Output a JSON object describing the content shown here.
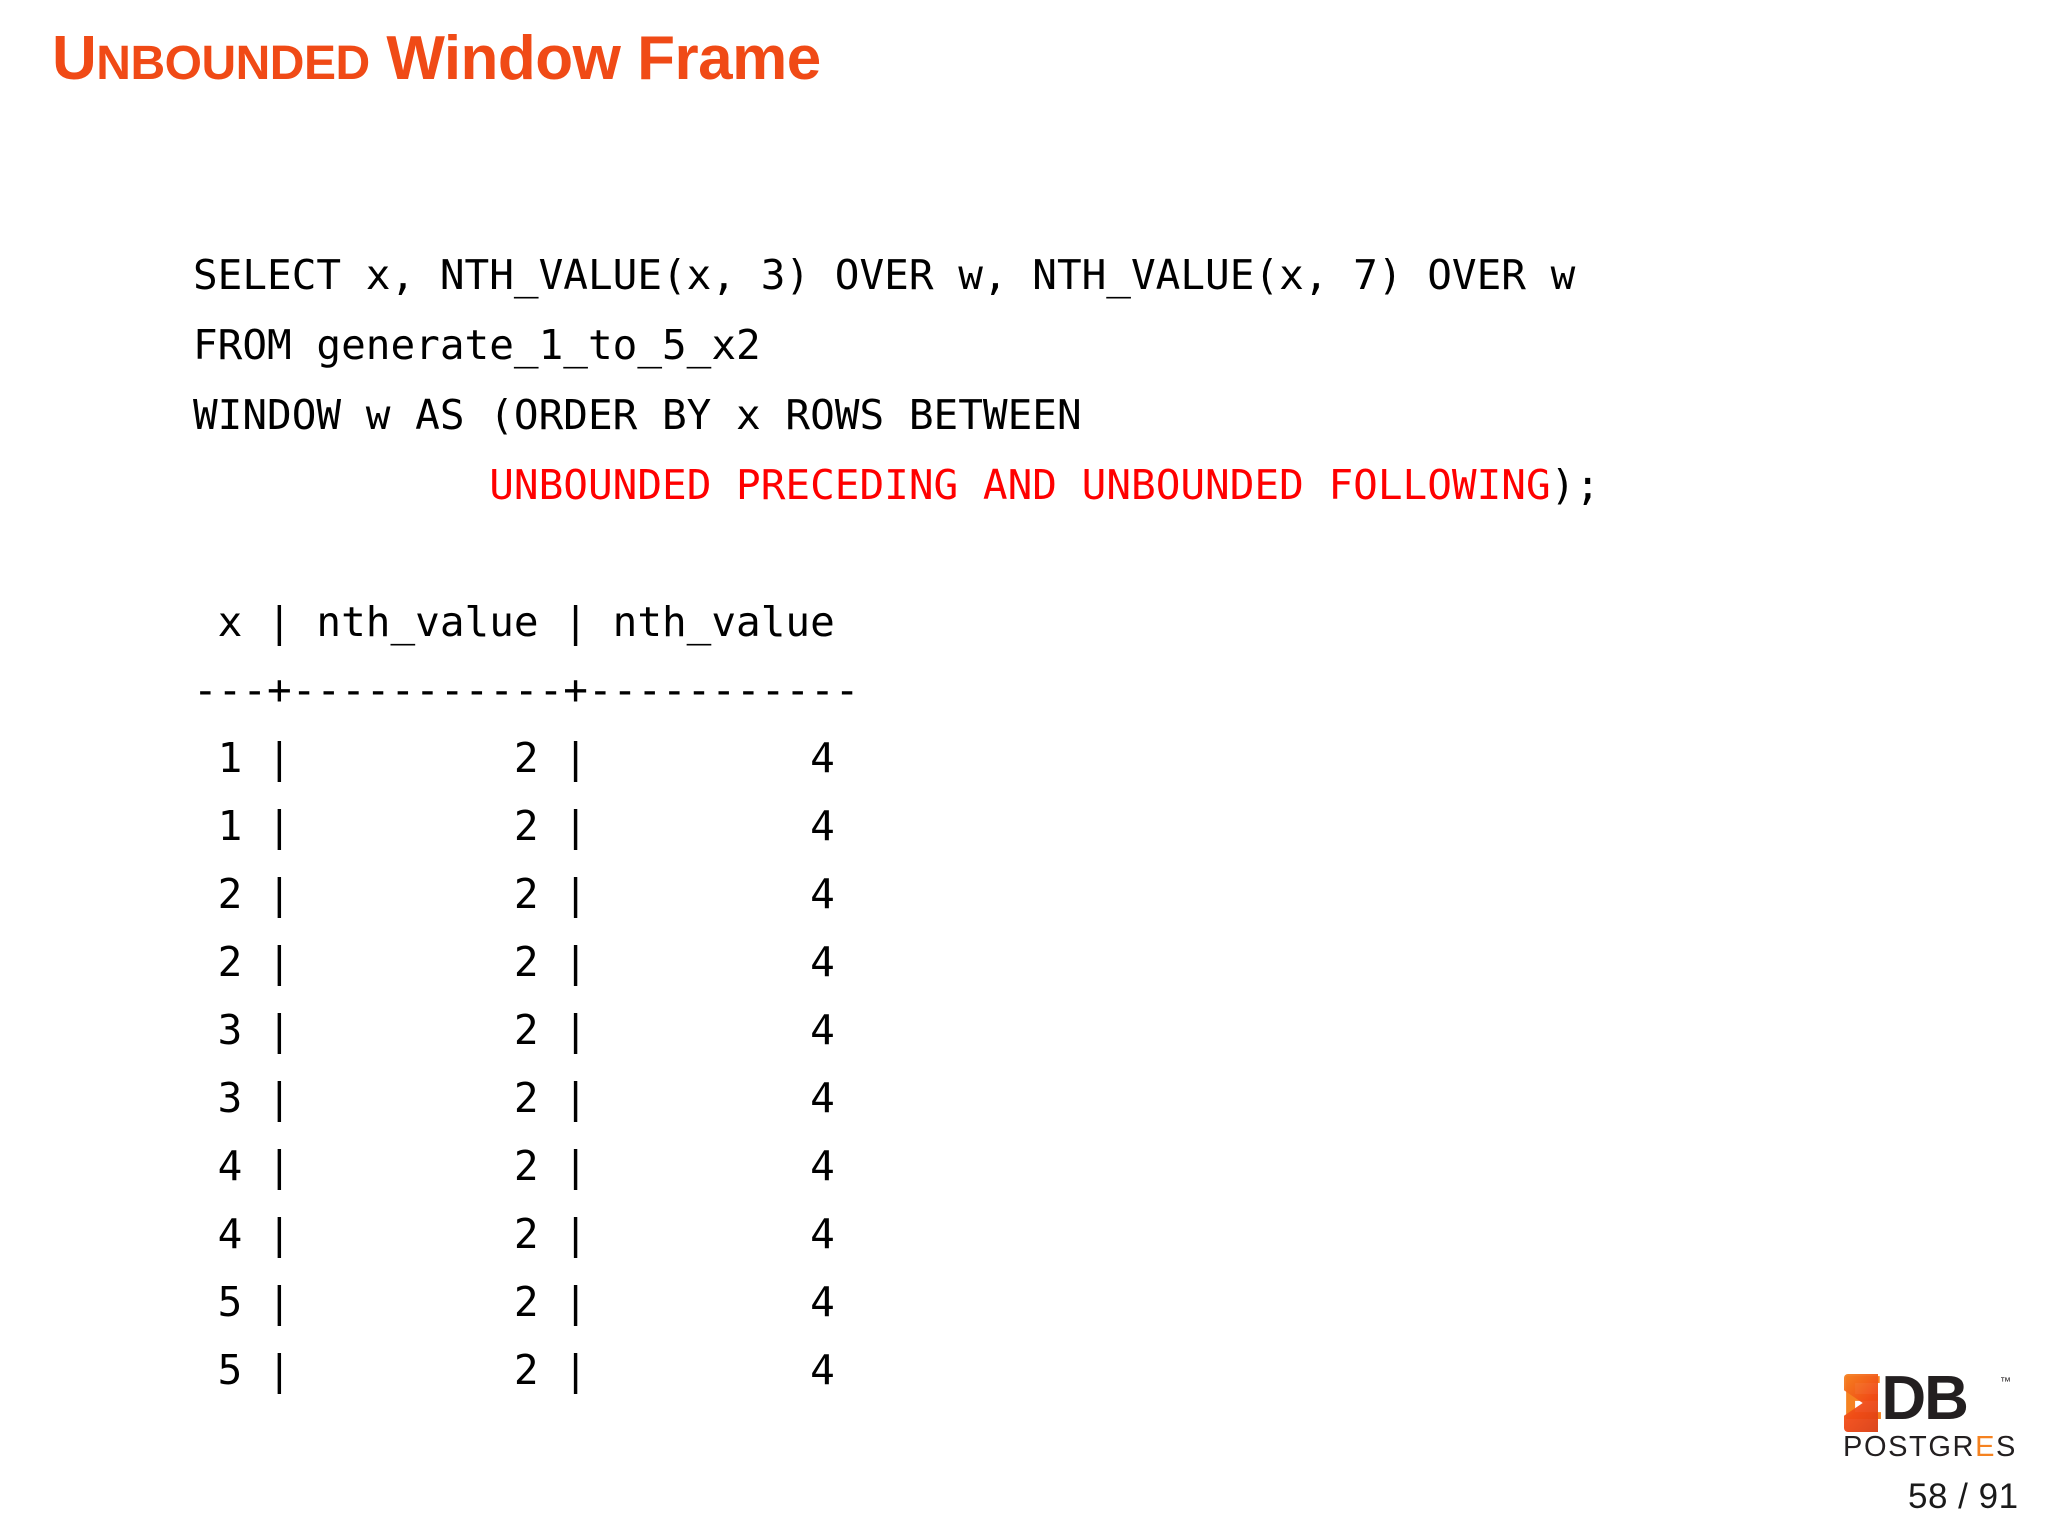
{
  "slide": {
    "title_first_letter": "U",
    "title_rest_caps": "NBOUNDED",
    "title_tail": " Window Frame",
    "title_full": "UNBOUNDED Window Frame",
    "title_color": "#F04A16",
    "background_color": "#FFFFFF",
    "page_number": "58 / 91"
  },
  "code": {
    "highlight_color": "#FF0000",
    "text_color": "#000000",
    "lines": [
      {
        "id": "line-select",
        "segments": [
          {
            "text": "SELECT x, NTH_VALUE(x, 3) OVER w, NTH_VALUE(x, 7) OVER w",
            "color": "black"
          }
        ]
      },
      {
        "id": "line-from",
        "segments": [
          {
            "text": "FROM generate_1_to_5_x2",
            "color": "black"
          }
        ]
      },
      {
        "id": "line-window",
        "segments": [
          {
            "text": "WINDOW w AS (ORDER BY x ROWS BETWEEN",
            "color": "black"
          }
        ]
      },
      {
        "id": "line-frame",
        "segments": [
          {
            "text": "            ",
            "color": "black"
          },
          {
            "text": "UNBOUNDED PRECEDING AND UNBOUNDED FOLLOWING",
            "color": "red"
          },
          {
            "text": ");",
            "color": "black"
          }
        ]
      }
    ],
    "line_select": "SELECT x, NTH_VALUE(x, 3) OVER w, NTH_VALUE(x, 7) OVER w",
    "line_from": "FROM generate_1_to_5_x2",
    "line_window": "WINDOW w AS (ORDER BY x ROWS BETWEEN",
    "line_frame_indent": "            ",
    "line_frame_red": "UNBOUNDED PRECEDING AND UNBOUNDED FOLLOWING",
    "line_frame_tail": ");"
  },
  "result": {
    "header_line": " x | nth_value | nth_value",
    "separator_line": "---+-----------+-----------",
    "columns": [
      "x",
      "nth_value",
      "nth_value"
    ],
    "rows": [
      {
        "line": " 1 |         2 |         4",
        "x": 1,
        "nth_value_3": 2,
        "nth_value_7": 4
      },
      {
        "line": " 1 |         2 |         4",
        "x": 1,
        "nth_value_3": 2,
        "nth_value_7": 4
      },
      {
        "line": " 2 |         2 |         4",
        "x": 2,
        "nth_value_3": 2,
        "nth_value_7": 4
      },
      {
        "line": " 2 |         2 |         4",
        "x": 2,
        "nth_value_3": 2,
        "nth_value_7": 4
      },
      {
        "line": " 3 |         2 |         4",
        "x": 3,
        "nth_value_3": 2,
        "nth_value_7": 4
      },
      {
        "line": " 3 |         2 |         4",
        "x": 3,
        "nth_value_3": 2,
        "nth_value_7": 4
      },
      {
        "line": " 4 |         2 |         4",
        "x": 4,
        "nth_value_3": 2,
        "nth_value_7": 4
      },
      {
        "line": " 4 |         2 |         4",
        "x": 4,
        "nth_value_3": 2,
        "nth_value_7": 4
      },
      {
        "line": " 5 |         2 |         4",
        "x": 5,
        "nth_value_3": 2,
        "nth_value_7": 4
      },
      {
        "line": " 5 |         2 |         4",
        "x": 5,
        "nth_value_3": 2,
        "nth_value_7": 4
      }
    ]
  },
  "logo": {
    "wordmark_e": "E",
    "wordmark_db": "DB",
    "tm": "™",
    "subtitle_pre": "POSTGR",
    "subtitle_e": "E",
    "subtitle_post": "S",
    "orange": "#F58220",
    "dark": "#231F20"
  }
}
